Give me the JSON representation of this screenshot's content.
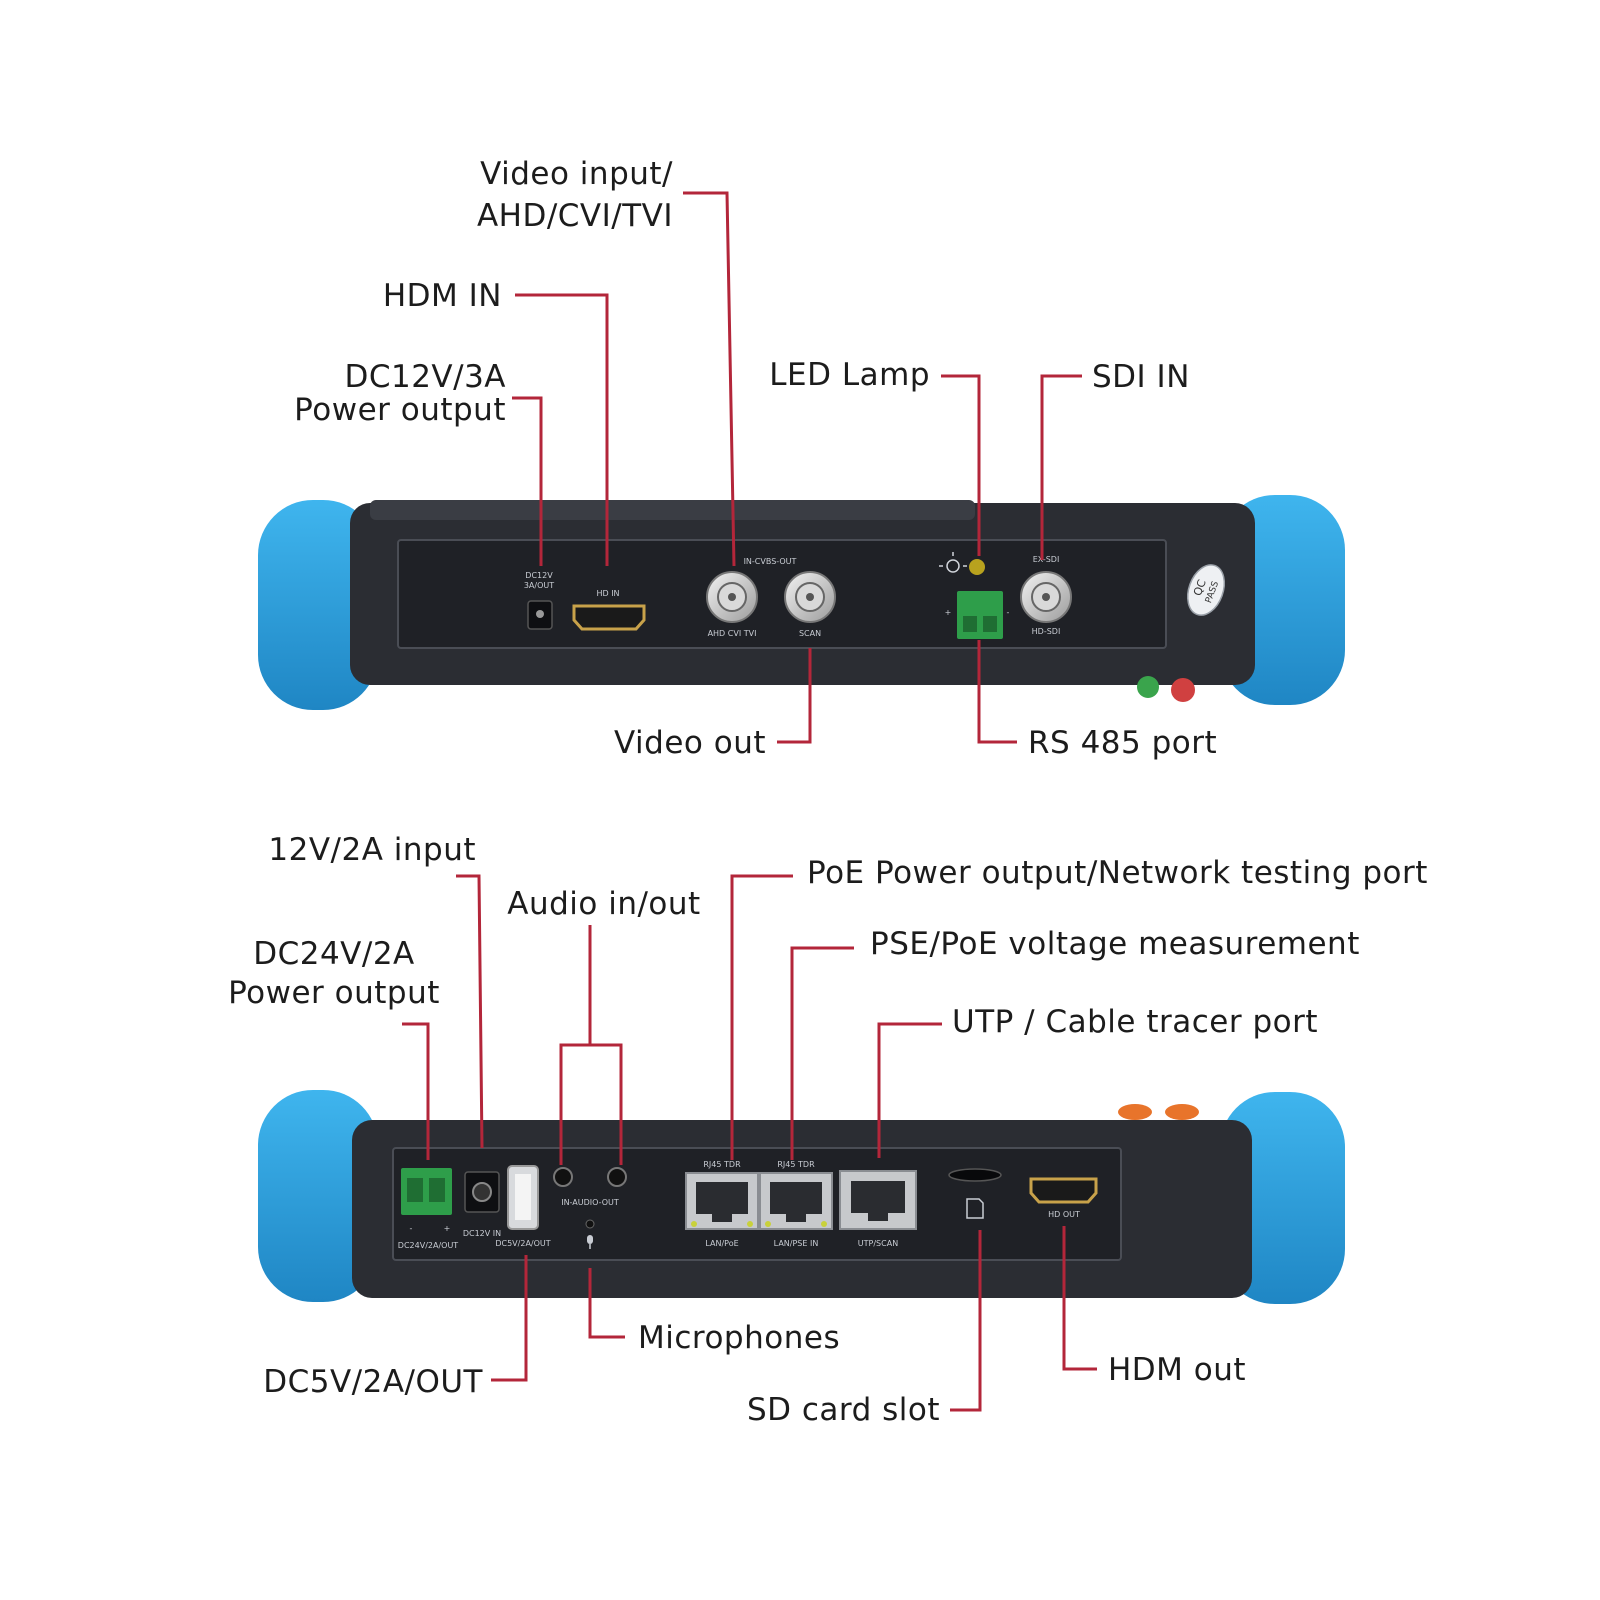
{
  "top_panel": {
    "labels": {
      "video_input_line1": "Video input/",
      "video_input_line2": "AHD/CVI/TVI",
      "hdmi_in": "HDM IN",
      "dc12_line1": "DC12V/3A",
      "dc12_line2": "Power output",
      "led_lamp": "LED Lamp",
      "sdi_in": "SDI IN",
      "video_out": "Video out",
      "rs485": "RS 485 port"
    },
    "silk": {
      "dc12_line1": "DC12V",
      "dc12_line2": "3A/OUT",
      "hd_in": "HD IN",
      "cvbs": "IN-CVBS-OUT",
      "ahd": "AHD CVI TVI",
      "scan": "SCAN",
      "ex_sdi": "EX-SDI",
      "hd_sdi": "HD-SDI",
      "plus": "+",
      "minus": "-"
    },
    "qc_line1": "QC",
    "qc_line2": "PASS"
  },
  "bottom_panel": {
    "labels": {
      "input_12v": "12V/2A input",
      "audio": "Audio in/out",
      "dc24_line1": "DC24V/2A",
      "dc24_line2": "Power output",
      "poe_output": "PoE Power output/Network testing port",
      "pse_poe": "PSE/PoE voltage measurement",
      "utp": "UTP / Cable tracer port",
      "microphones": "Microphones",
      "dc5v": "DC5V/2A/OUT",
      "hdmi_out": "HDM out",
      "sd_card": "SD card slot"
    },
    "silk": {
      "dc24": "DC24V/2A/OUT",
      "dc12in": "DC12V IN",
      "dc5v": "DC5V/2A/OUT",
      "audio": "IN-AUDIO-OUT",
      "rj45_1": "RJ45 TDR",
      "rj45_2": "RJ45 TDR",
      "lan_poe": "LAN/PoE",
      "lan_pse": "LAN/PSE IN",
      "utp_scan": "UTP/SCAN",
      "hd_out": "HD OUT",
      "minus": "-",
      "plus": "+"
    }
  },
  "colors": {
    "bumper": "#2ea3dd",
    "body": "#2b2d33",
    "plate": "#1f2126",
    "leader": "#b3263a",
    "terminal": "#2e9e4a",
    "label": "#1c1c1c"
  }
}
